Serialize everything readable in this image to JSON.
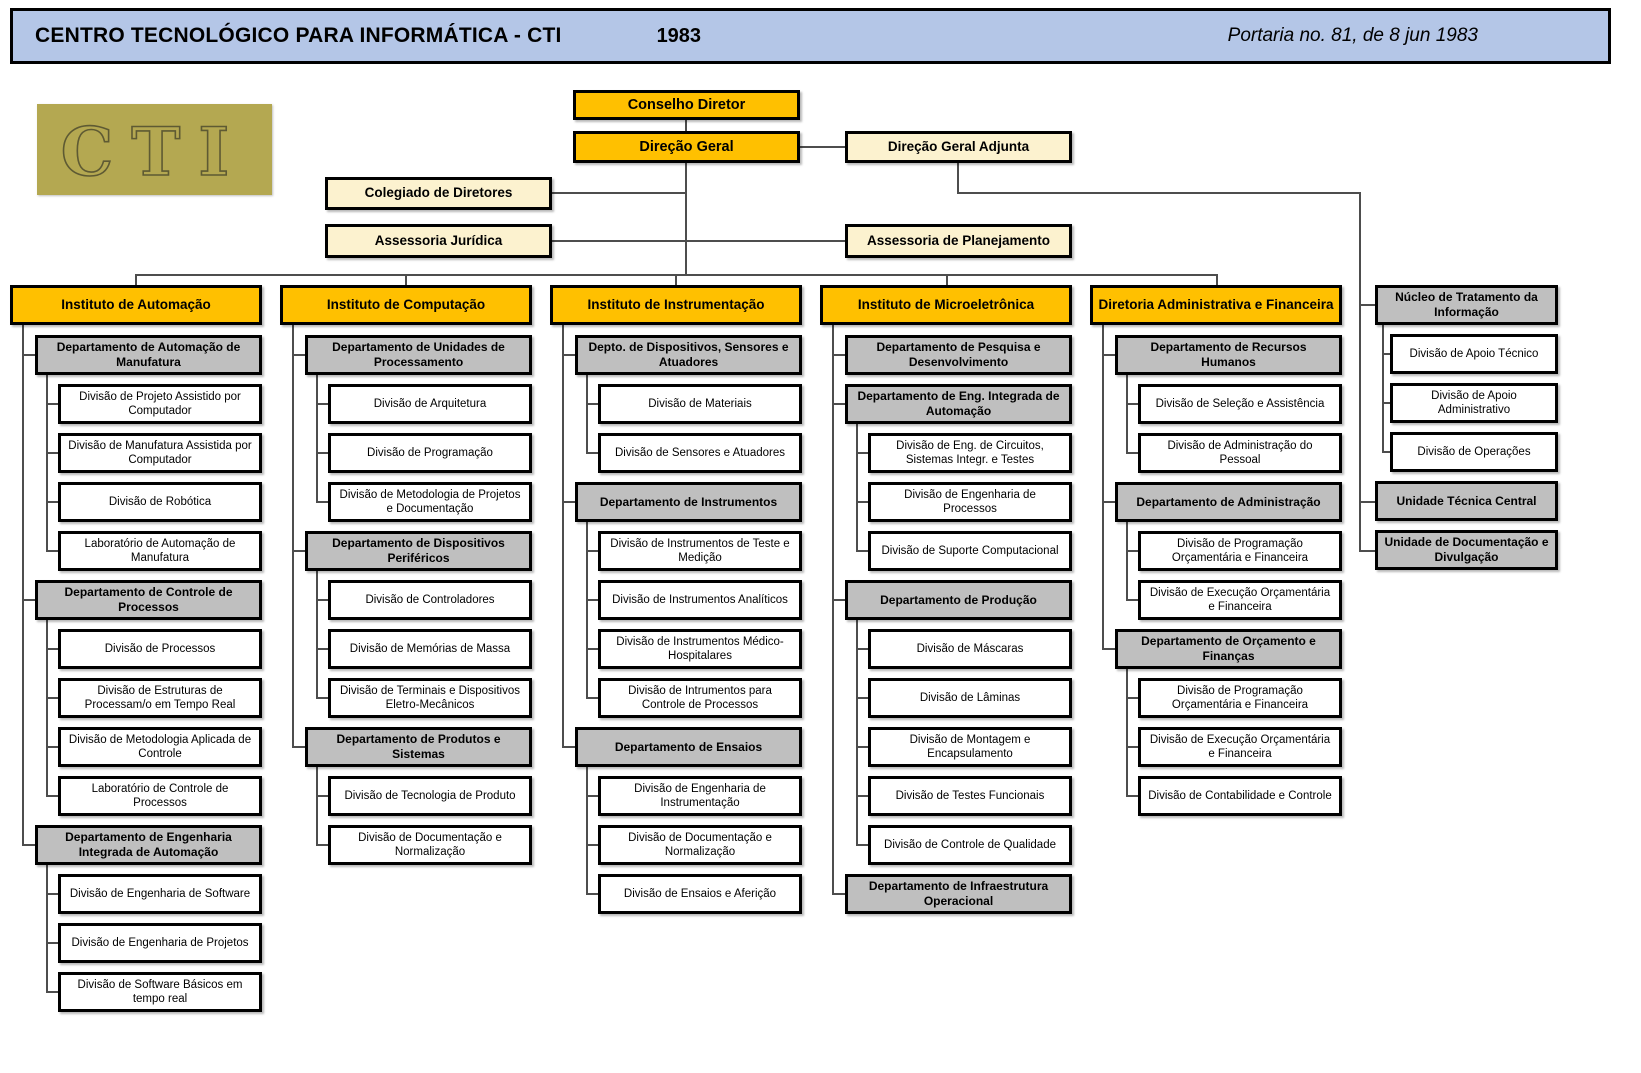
{
  "header": {
    "title": "CENTRO TECNOLÓGICO PARA INFORMÁTICA - CTI",
    "year": "1983",
    "ordinance": "Portaria no. 81, de 8 jun 1983"
  },
  "logo": {
    "text": "CTI"
  },
  "top_nodes": {
    "conselho": "Conselho Diretor",
    "direcao_geral": "Direção Geral",
    "direcao_adjunta": "Direção Geral Adjunta",
    "colegiado": "Colegiado de Diretores",
    "assessoria_juridica": "Assessoria Jurídica",
    "assessoria_planejamento": "Assessoria de Planejamento"
  },
  "colors": {
    "institute": "#ffc000",
    "department": "#bfbfbf",
    "division": "#ffffff",
    "staff": "#fcf2cf",
    "header_bg": "#b4c6e7",
    "line": "#4d4d4d"
  },
  "columns": [
    {
      "header": "Instituto de Automação",
      "groups": [
        {
          "dept": "Departamento de Automação de Manufatura",
          "divisions": [
            "Divisão de Projeto Assistido por Computador",
            "Divisão de Manufatura Assistida por Computador",
            "Divisão de Robótica",
            "Laboratório de Automação de Manufatura"
          ]
        },
        {
          "dept": "Departamento de Controle de Processos",
          "divisions": [
            "Divisão de Processos",
            "Divisão de Estruturas de Processam/o em Tempo Real",
            "Divisão de Metodologia Aplicada de Controle",
            "Laboratório de Controle de Processos"
          ]
        },
        {
          "dept": "Departamento de Engenharia Integrada de Automação",
          "divisions": [
            "Divisão de Engenharia de Software",
            "Divisão de Engenharia de Projetos",
            "Divisão de Software Básicos em tempo real"
          ]
        }
      ]
    },
    {
      "header": "Instituto de Computação",
      "groups": [
        {
          "dept": "Departamento de Unidades de Processamento",
          "divisions": [
            "Divisão de Arquitetura",
            "Divisão de Programação",
            "Divisão de Metodologia de Projetos e Documentação"
          ]
        },
        {
          "dept": "Departamento de Dispositivos Periféricos",
          "divisions": [
            "Divisão de Controladores",
            "Divisão de Memórias de Massa",
            "Divisão de Terminais e Dispositivos Eletro-Mecânicos"
          ]
        },
        {
          "dept": "Departamento de Produtos e Sistemas",
          "divisions": [
            "Divisão de Tecnologia de Produto",
            "Divisão de Documentação e Normalização"
          ]
        }
      ]
    },
    {
      "header": "Instituto de Instrumentação",
      "groups": [
        {
          "dept": "Depto. de Dispositivos, Sensores e Atuadores",
          "divisions": [
            "Divisão de Materiais",
            "Divisão de Sensores e Atuadores"
          ]
        },
        {
          "dept": "Departamento de Instrumentos",
          "divisions": [
            "Divisão de Instrumentos de Teste e Medição",
            "Divisão de Instrumentos Analíticos",
            "Divisão de Instrumentos Médico-Hospitalares",
            "Divisão de Intrumentos para Controle de Processos"
          ]
        },
        {
          "dept": "Departamento de Ensaios",
          "divisions": [
            "Divisão de Engenharia de Instrumentação",
            "Divisão de Documentação e Normalização",
            "Divisão de Ensaios e Aferição"
          ]
        }
      ]
    },
    {
      "header": "Instituto de Microeletrônica",
      "groups": [
        {
          "dept": "Departamento de Pesquisa e Desenvolvimento",
          "divisions": []
        },
        {
          "dept": "Departamento de Eng. Integrada de Automação",
          "divisions": [
            "Divisão de Eng. de Circuitos, Sistemas Integr. e Testes",
            "Divisão de Engenharia de Processos",
            "Divisão de Suporte Computacional"
          ]
        },
        {
          "dept": "Departamento de Produção",
          "divisions": [
            "Divisão de Máscaras",
            "Divisão de Lâminas",
            "Divisão de Montagem e Encapsulamento",
            "Divisão de Testes Funcionais",
            "Divisão de Controle de Qualidade"
          ]
        },
        {
          "dept": "Departamento de Infraestrutura Operacional",
          "divisions": []
        }
      ]
    },
    {
      "header": "Diretoria Administrativa e Financeira",
      "groups": [
        {
          "dept": "Departamento de Recursos Humanos",
          "divisions": [
            "Divisão de Seleção e Assistência",
            "Divisão de Administração do Pessoal"
          ]
        },
        {
          "dept": "Departamento de Administração",
          "divisions": [
            "Divisão de Programação Orçamentária e Financeira",
            "Divisão de Execução Orçamentária e Financeira"
          ]
        },
        {
          "dept": "Departamento de Orçamento e Finanças",
          "divisions": [
            "Divisão de Programação Orçamentária e Financeira",
            "Divisão de Execução Orçamentária e Financeira",
            "Divisão de Contabilidade e Controle"
          ]
        }
      ]
    }
  ],
  "right_column": {
    "units": [
      {
        "label": "Núcleo de Tratamento da Informação",
        "divisions": [
          "Divisão de Apoio Técnico",
          "Divisão de Apoio Administrativo",
          "Divisão de  Operações"
        ]
      },
      {
        "label": "Unidade Técnica Central",
        "divisions": []
      },
      {
        "label": "Unidade de Documentação e Divulgação",
        "divisions": []
      }
    ]
  }
}
